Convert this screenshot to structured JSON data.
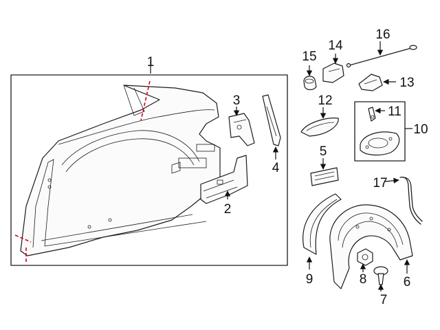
{
  "callouts": {
    "c1": "1",
    "c2": "2",
    "c3": "3",
    "c4": "4",
    "c5": "5",
    "c6": "6",
    "c7": "7",
    "c8": "8",
    "c9": "9",
    "c10": "10",
    "c11": "11",
    "c12": "12",
    "c13": "13",
    "c14": "14",
    "c15": "15",
    "c16": "16",
    "c17": "17"
  },
  "colors": {
    "line": "#1a1a1a",
    "cut_line": "#d0021b",
    "background": "#ffffff"
  }
}
